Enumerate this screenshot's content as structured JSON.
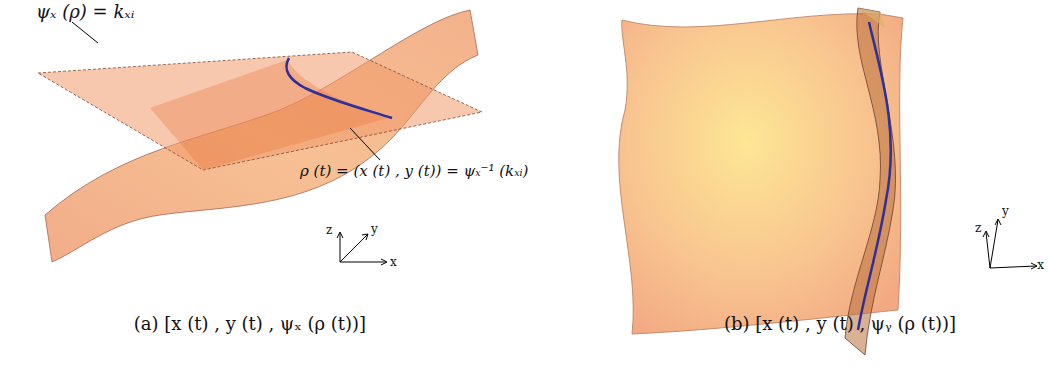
{
  "diagram": {
    "labels": [
      "ψₓ (ρ) = kₓᵢ",
      "ρ (t) = (x (t) , y (t)) = ψₓ⁻¹ (kₓᵢ)",
      "z",
      "y",
      "x",
      "z",
      "y",
      "x",
      "(a) [x (t) , y (t) , ψₓ (ρ (t))]",
      "(b) [x (t) , y (t) , ψᵧ (ρ (t))]"
    ]
  }
}
